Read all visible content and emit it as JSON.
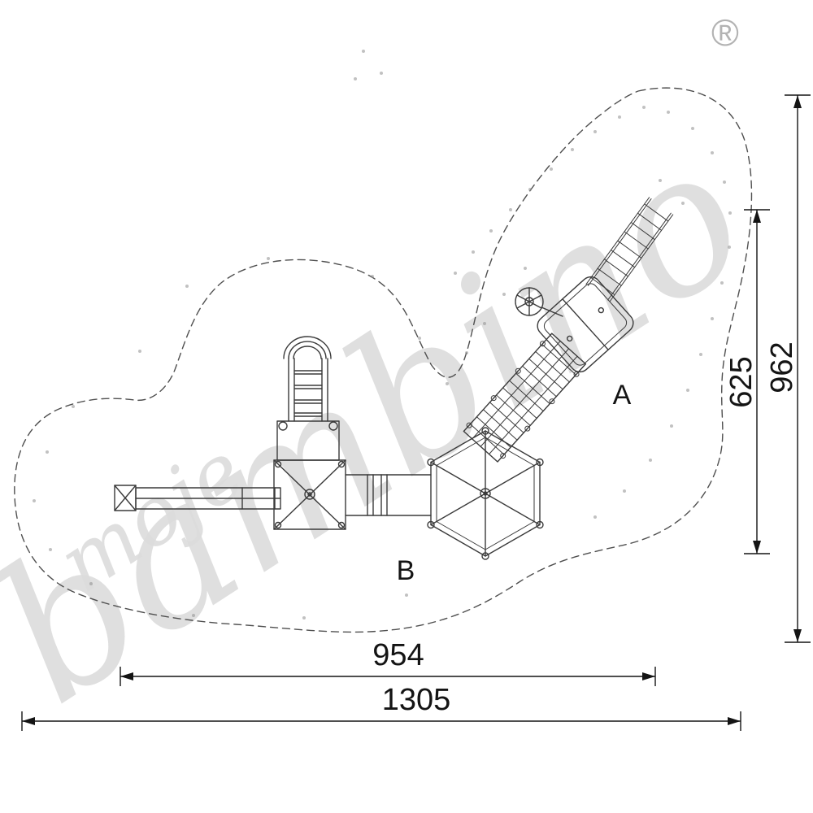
{
  "registered_mark": "®",
  "watermark": {
    "word_small": "moje",
    "word_large": "bambino"
  },
  "zones": {
    "a": "A",
    "b": "B"
  },
  "dimensions": {
    "inner_width": "954",
    "outer_width": "1305",
    "inner_height": "625",
    "outer_height": "962"
  },
  "colors": {
    "equipment_line": "#3a3a3a",
    "boundary_dash": "#4f4f4f",
    "dimension_line": "#141414",
    "watermark": "#dcdcdc",
    "background": "#ffffff"
  }
}
